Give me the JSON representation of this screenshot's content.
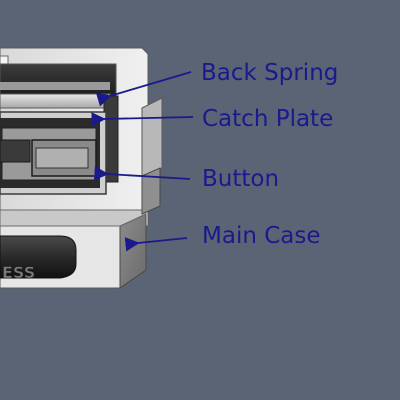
{
  "diagram": {
    "background_color": "#5a6474",
    "label_color": "#1a1a8c",
    "engraved_text": "ESS",
    "callouts": [
      {
        "id": "back-spring",
        "label": "Back Spring"
      },
      {
        "id": "catch-plate",
        "label": "Catch Plate"
      },
      {
        "id": "button",
        "label": "Button"
      },
      {
        "id": "main-case",
        "label": "Main Case"
      }
    ]
  }
}
